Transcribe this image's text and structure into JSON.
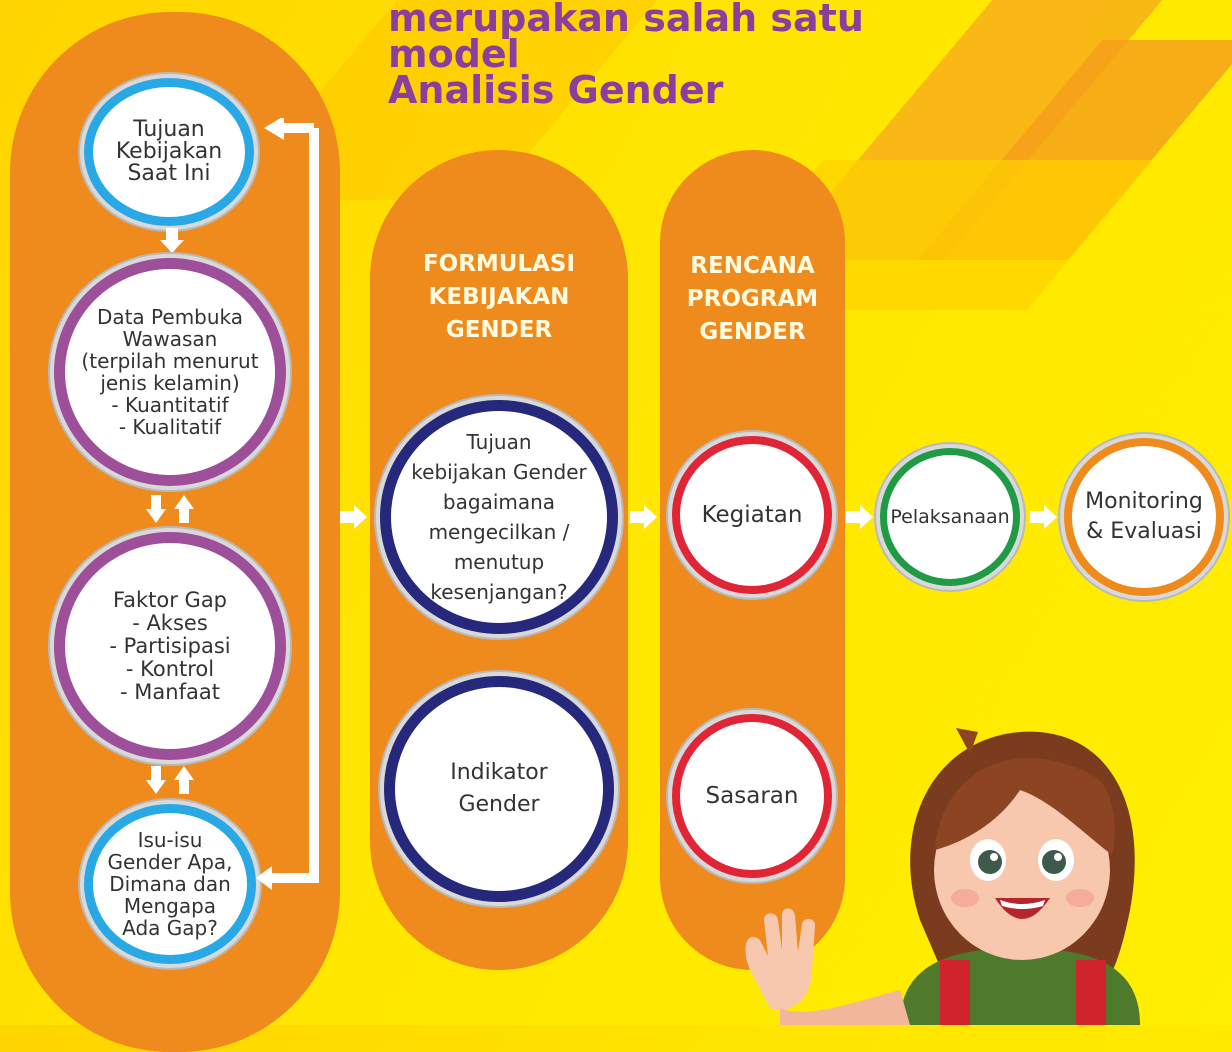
{
  "title": {
    "line1": "merupakan salah satu model",
    "line2": "Analisis Gender"
  },
  "colors": {
    "pill": "#ef8a1c",
    "title": "#8a3f9e",
    "ring_blue": "#29a8e6",
    "ring_purple": "#9e4f9a",
    "ring_navy": "#26287c",
    "ring_red": "#e02636",
    "ring_green": "#1f9a45"
  },
  "left_column": {
    "nodes": [
      {
        "text": "Tujuan\nKebijakan\nSaat Ini"
      },
      {
        "text": "Data Pembuka\nWawasan\n(terpilah menurut\njenis kelamin)\n- Kuantitatif\n- Kualitatif"
      },
      {
        "text": "Faktor Gap\n- Akses\n- Partisipasi\n- Kontrol\n- Manfaat"
      },
      {
        "text": "Isu-isu\nGender Apa,\nDimana dan\nMengapa\nAda Gap?"
      }
    ]
  },
  "formulasi": {
    "label": "FORMULASI\nKEBIJAKAN\nGENDER",
    "nodes": [
      {
        "text": "Tujuan\nkebijakan Gender\nbagaimana\nmengecilkan /\nmenutup\nkesenjangan?"
      },
      {
        "text": "Indikator\nGender"
      }
    ]
  },
  "rencana": {
    "label": "RENCANA\nPROGRAM\nGENDER",
    "nodes": [
      {
        "text": "Kegiatan"
      },
      {
        "text": "Sasaran"
      }
    ]
  },
  "pelaksanaan": {
    "text": "Pelaksanaan"
  },
  "monitoring": {
    "text": "Monitoring\n& Evaluasi"
  }
}
